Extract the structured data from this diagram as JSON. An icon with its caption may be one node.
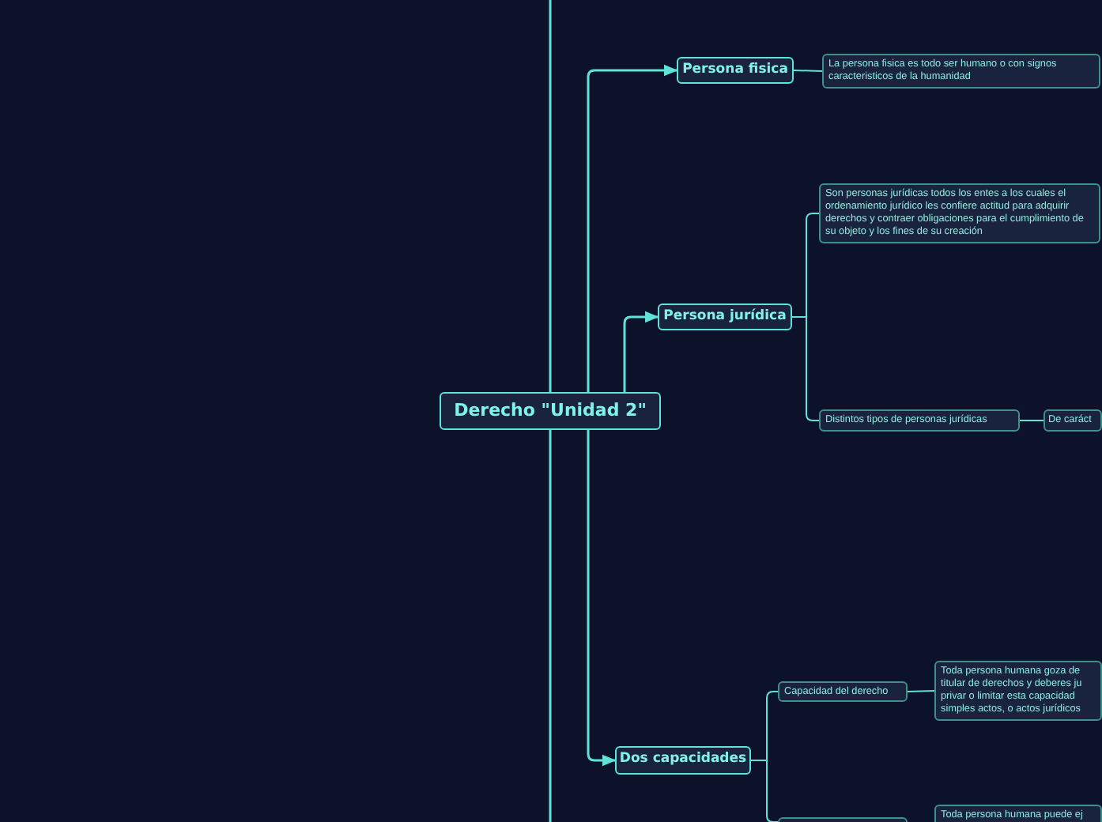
{
  "diagram": {
    "nodes": [
      {
        "text": [
          "Derecho \"Unidad 2\""
        ]
      },
      {
        "text": [
          "Persona fisica"
        ]
      },
      {
        "text": [
          "La persona fisica es todo ser humano o con signos caracteristicos de la humanidad"
        ]
      },
      {
        "text": [
          "Persona jurídica"
        ]
      },
      {
        "text": [
          "Son personas jurídicas todos los entes a los cuales el ordenamiento jurídico les confiere actitud para adquirir derechos y contraer obligaciones para el cumplimiento de su objeto y los fines de su creación"
        ]
      },
      {
        "text": [
          "Distintos tipos de personas jurídicas"
        ]
      },
      {
        "text": [
          "De caráct"
        ]
      },
      {
        "text": [
          "Dos capacidades"
        ]
      },
      {
        "text": [
          "Capacidad del derecho"
        ]
      },
      {
        "text": [
          "Toda persona humana goza de titular de derechos y deberes ju privar o limitar esta capacidad simples actos, o actos jurídicos"
        ]
      },
      {
        "text": [],
        "shape": "box"
      },
      {
        "text": [
          "Toda persona humana puede ej"
        ]
      }
    ],
    "edges": [
      {
        "from": null,
        "to": 0,
        "arrow": "none"
      },
      {
        "from": 0,
        "to": null,
        "arrow": "none"
      },
      {
        "from": 0,
        "to": 1,
        "arrow": "to"
      },
      {
        "from": 0,
        "to": 3,
        "arrow": "to"
      },
      {
        "from": 0,
        "to": 7,
        "arrow": "to"
      },
      {
        "from": 1,
        "to": 2,
        "arrow": "none"
      },
      {
        "from": 3,
        "to": 4,
        "arrow": "none"
      },
      {
        "from": 3,
        "to": 5,
        "arrow": "none"
      },
      {
        "from": 5,
        "to": 6,
        "arrow": "none"
      },
      {
        "from": 7,
        "to": 8,
        "arrow": "none"
      },
      {
        "from": 7,
        "to": 10,
        "arrow": "none"
      },
      {
        "from": 8,
        "to": 9,
        "arrow": "none"
      }
    ]
  }
}
